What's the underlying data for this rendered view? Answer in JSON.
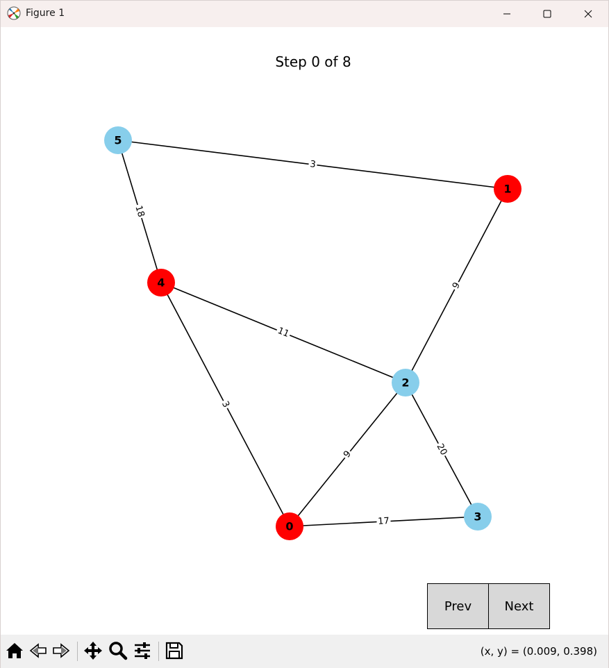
{
  "window": {
    "title": "Figure 1",
    "minimize_icon": "minimize-icon",
    "maximize_icon": "maximize-icon",
    "close_icon": "close-icon"
  },
  "figure": {
    "title": "Step 0 of 8"
  },
  "graph": {
    "nodes": [
      {
        "id": "0",
        "color": "#ff0000"
      },
      {
        "id": "1",
        "color": "#ff0000"
      },
      {
        "id": "2",
        "color": "#87ceeb"
      },
      {
        "id": "3",
        "color": "#87ceeb"
      },
      {
        "id": "4",
        "color": "#ff0000"
      },
      {
        "id": "5",
        "color": "#87ceeb"
      }
    ],
    "edges": [
      {
        "source": "5",
        "target": "1",
        "weight": "3"
      },
      {
        "source": "5",
        "target": "4",
        "weight": "18"
      },
      {
        "source": "1",
        "target": "2",
        "weight": "9"
      },
      {
        "source": "4",
        "target": "2",
        "weight": "11"
      },
      {
        "source": "4",
        "target": "0",
        "weight": "3"
      },
      {
        "source": "2",
        "target": "0",
        "weight": "9"
      },
      {
        "source": "2",
        "target": "3",
        "weight": "20"
      },
      {
        "source": "0",
        "target": "3",
        "weight": "17"
      }
    ],
    "edge_color": "#000000",
    "label_color": "#000000"
  },
  "buttons": {
    "prev_label": "Prev",
    "next_label": "Next"
  },
  "toolbar": {
    "icons": [
      "home-icon",
      "back-icon",
      "forward-icon",
      "pan-icon",
      "zoom-icon",
      "configure-subplots-icon",
      "save-icon"
    ],
    "coordinates": "(x, y) = (0.009, 0.398)"
  }
}
